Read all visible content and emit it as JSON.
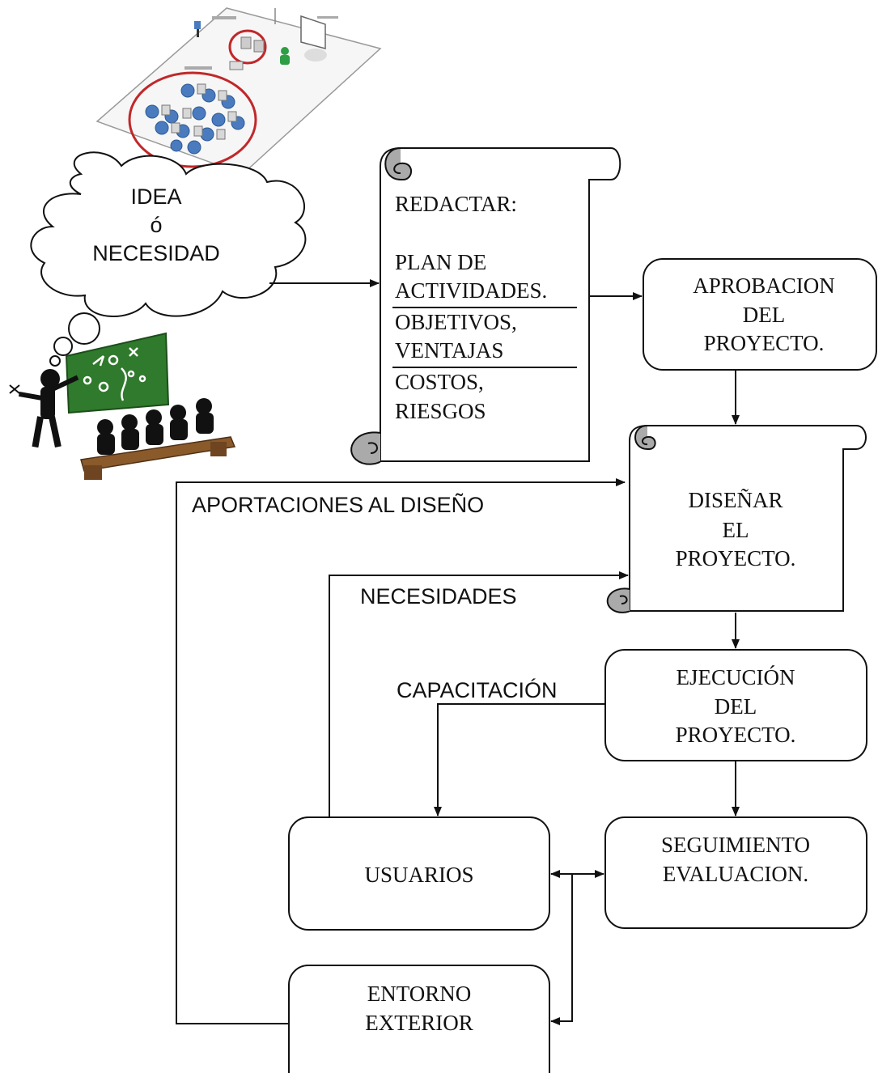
{
  "idea_cloud": {
    "line1": "IDEA",
    "line2": "ó",
    "line3": "NECESIDAD"
  },
  "scroll_redactar": {
    "heading": "REDACTAR:",
    "item1_line1": "PLAN DE",
    "item1_line2": "ACTIVIDADES.",
    "item2_line1": "OBJETIVOS,",
    "item2_line2": "VENTAJAS",
    "item3_line1": "COSTOS,",
    "item3_line2": "RIESGOS"
  },
  "aprobacion": {
    "line1": "APROBACION",
    "line2": "DEL",
    "line3": "PROYECTO."
  },
  "disenar": {
    "line1": "DISEÑAR",
    "line2": "EL",
    "line3": "PROYECTO."
  },
  "ejecucion": {
    "line1": "EJECUCIÓN",
    "line2": "DEL",
    "line3": "PROYECTO."
  },
  "seguimiento": {
    "line1": "SEGUIMIENTO",
    "line2": "EVALUACION."
  },
  "usuarios": {
    "label": "USUARIOS"
  },
  "entorno": {
    "line1": "ENTORNO",
    "line2": "EXTERIOR"
  },
  "labels": {
    "aportaciones": "APORTACIONES AL DISEÑO",
    "necesidades": "NECESIDADES",
    "capacitacion": "CAPACITACIÓN"
  },
  "colors": {
    "board": "#2f7a2c",
    "user_icon": "#4a7bbf",
    "user_green": "#2e9e44",
    "red_outline": "#c0282a"
  }
}
